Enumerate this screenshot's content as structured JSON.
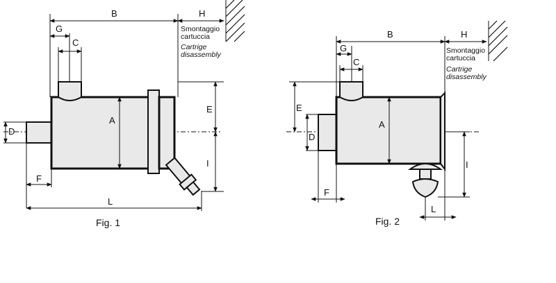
{
  "fig1": {
    "labels": {
      "A": "A",
      "B": "B",
      "C": "C",
      "D": "D",
      "E": "E",
      "F": "F",
      "G": "G",
      "H": "H",
      "I": "I",
      "L": "L"
    },
    "note_line1": "Smontaggio",
    "note_line2": "cartuccia",
    "note_it1": "Cartrige",
    "note_it2": "disassembly",
    "caption": "Fig. 1"
  },
  "fig2": {
    "labels": {
      "A": "A",
      "B": "B",
      "C": "C",
      "D": "D",
      "E": "E",
      "F": "F",
      "G": "G",
      "H": "H",
      "I": "I",
      "L": "L"
    },
    "note_line1": "Smontaggio",
    "note_line2": "cartuccia",
    "note_it1": "Cartrige",
    "note_it2": "disassembly",
    "caption": "Fig. 2"
  }
}
